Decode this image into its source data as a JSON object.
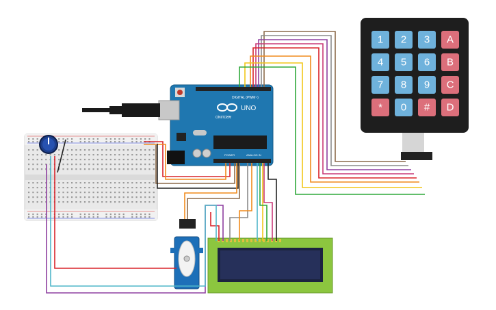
{
  "arduino": {
    "brand": "ARDUINO",
    "model": "UNO",
    "digital_label": "DIGITAL (PWM~)",
    "power_label": "POWER",
    "analog_label": "ANALOG IN"
  },
  "keypad": {
    "keys": [
      "1",
      "2",
      "3",
      "A",
      "4",
      "5",
      "6",
      "B",
      "7",
      "8",
      "9",
      "C",
      "*",
      "0",
      "#",
      "D"
    ],
    "colors": {
      "number_key": "#6fb2dc",
      "letter_key": "#dc6f7b",
      "body": "#1e1e1e"
    }
  },
  "wire_colors": {
    "red": "#d8232a",
    "orange": "#f08a1c",
    "yellow": "#f2c618",
    "green": "#2fa83a",
    "brown": "#8c6a4a",
    "purple": "#8e3fa0",
    "cyan": "#4fb6c9",
    "pink": "#c83a78",
    "black": "#222222",
    "grey": "#8a8a8a"
  }
}
